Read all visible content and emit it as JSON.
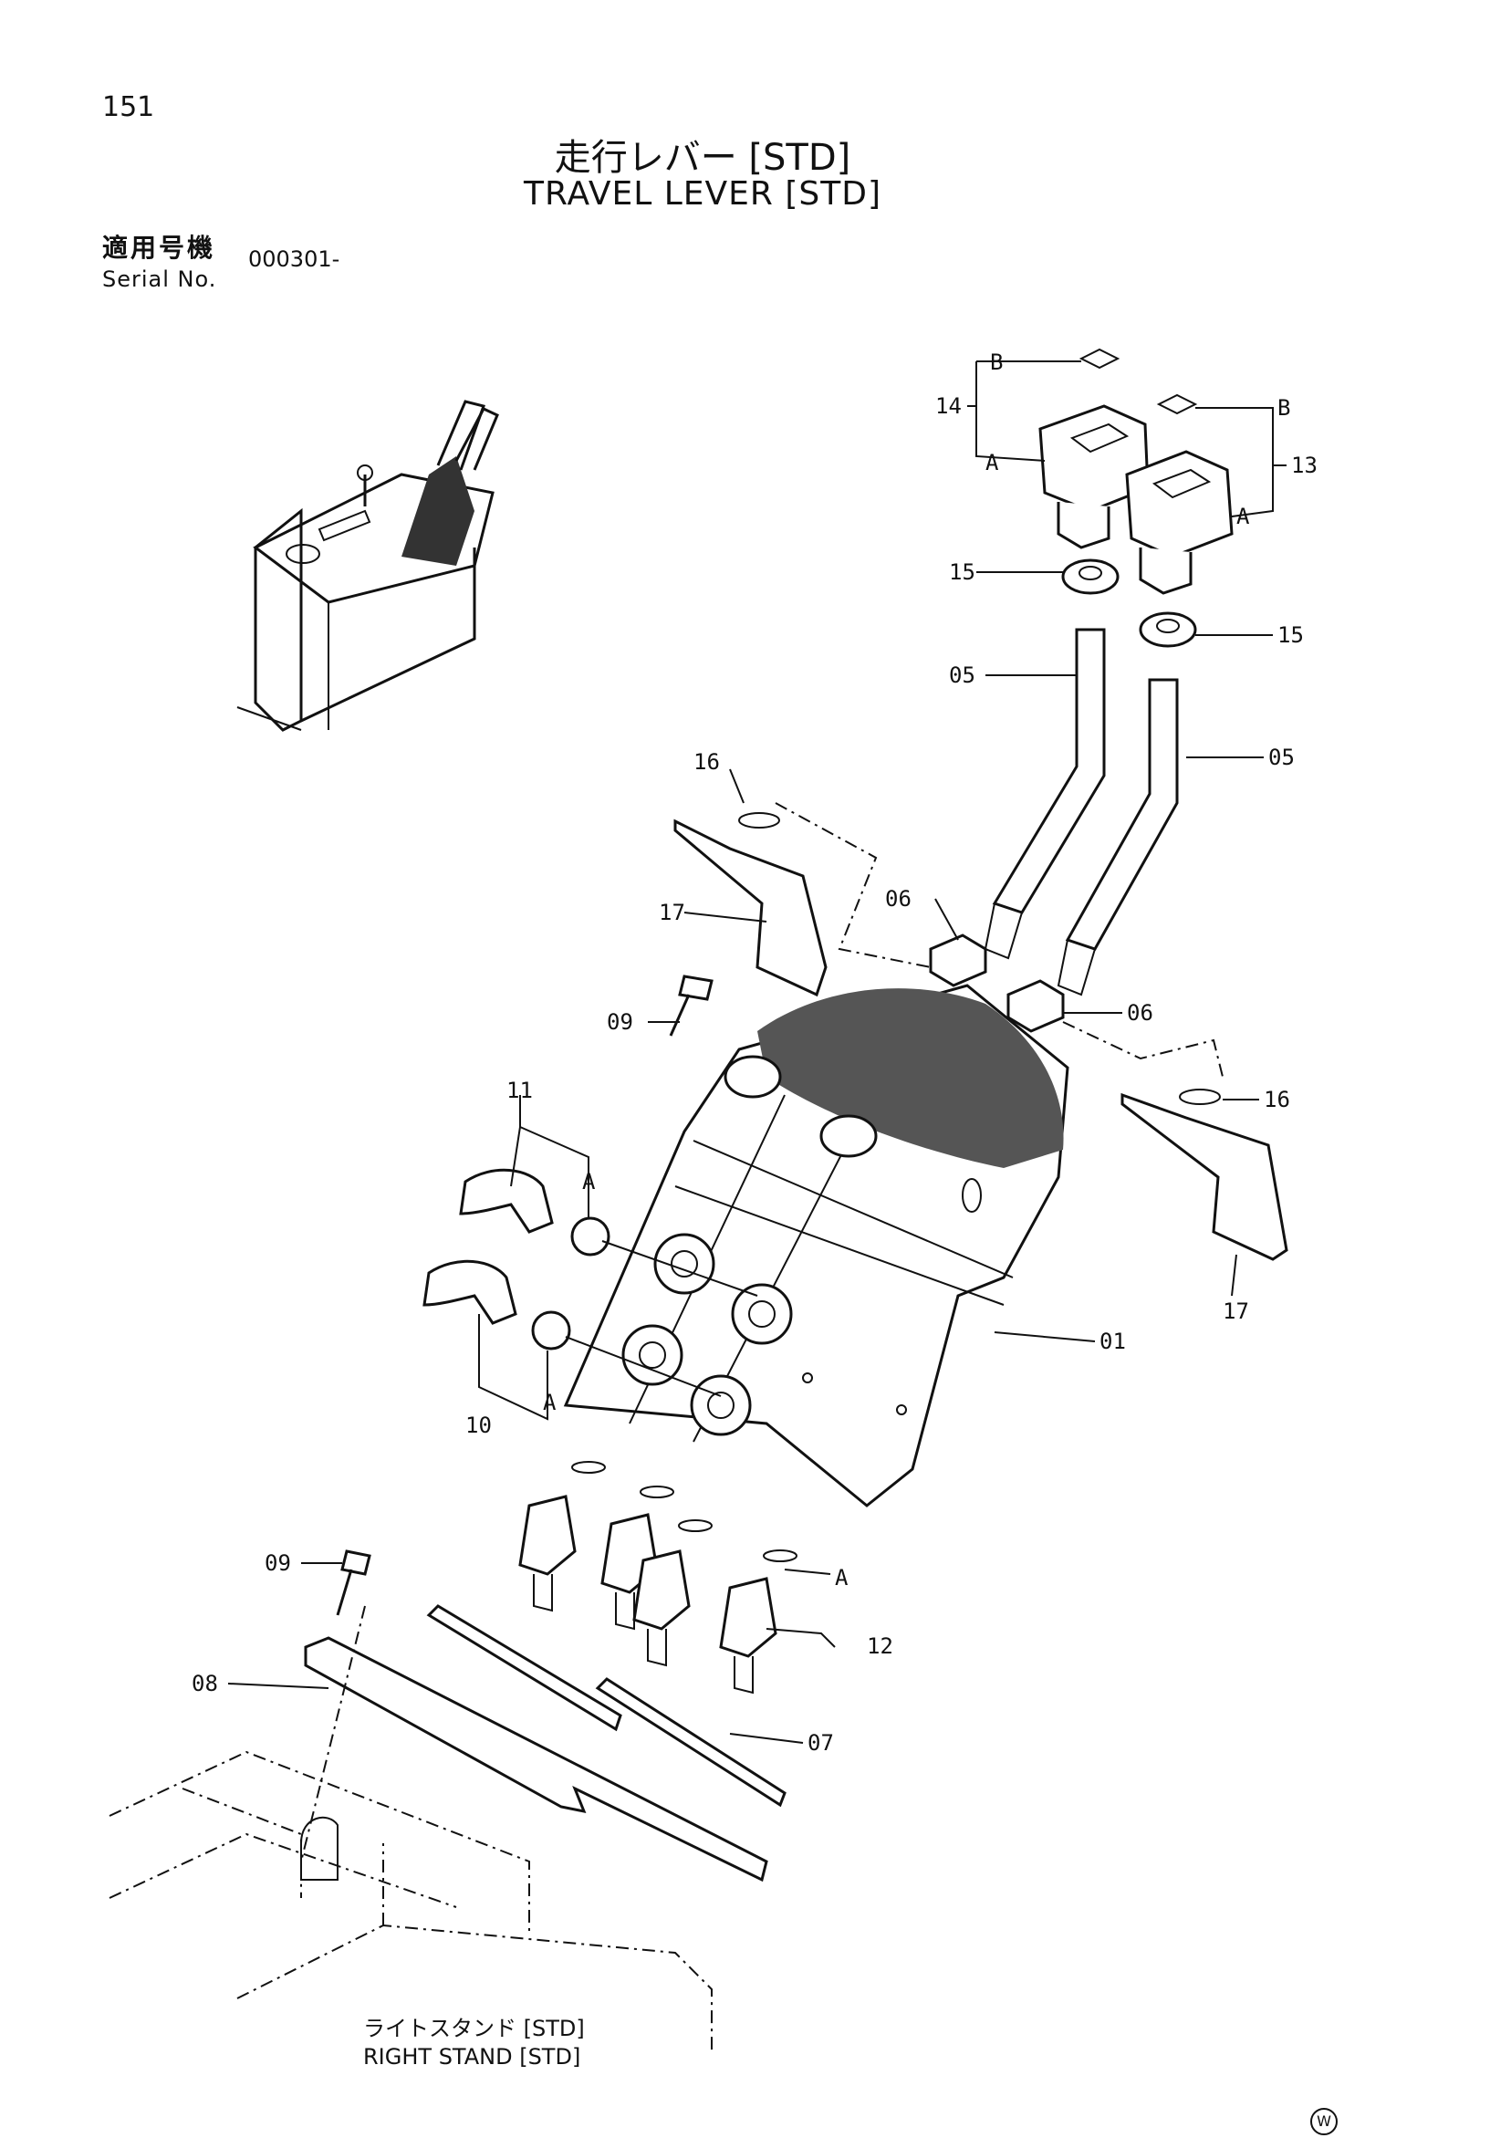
{
  "page": {
    "number": "151"
  },
  "title": {
    "japanese": "走行レバー [STD]",
    "english": "TRAVEL LEVER [STD]"
  },
  "serial": {
    "label_jp": "適用号機",
    "label_en": "Serial No.",
    "value": "000301-"
  },
  "stand_caption": {
    "japanese": "ライトスタンド [STD]",
    "english": "RIGHT STAND [STD]"
  },
  "mark": "W",
  "callouts": {
    "p01": "01",
    "p05a": "05",
    "p05b": "05",
    "p06a": "06",
    "p06b": "06",
    "p07": "07",
    "p08": "08",
    "p09a": "09",
    "p09b": "09",
    "p10": "10",
    "p11": "11",
    "p12": "12",
    "p13": "13",
    "p14": "14",
    "p15a": "15",
    "p15b": "15",
    "p16a": "16",
    "p16b": "16",
    "p17a": "17",
    "p17b": "17"
  },
  "letters": {
    "b_left": "B",
    "b_right": "B",
    "a_left": "A",
    "a_right": "A",
    "a_11": "A",
    "a_10": "A",
    "a_12": "A"
  }
}
